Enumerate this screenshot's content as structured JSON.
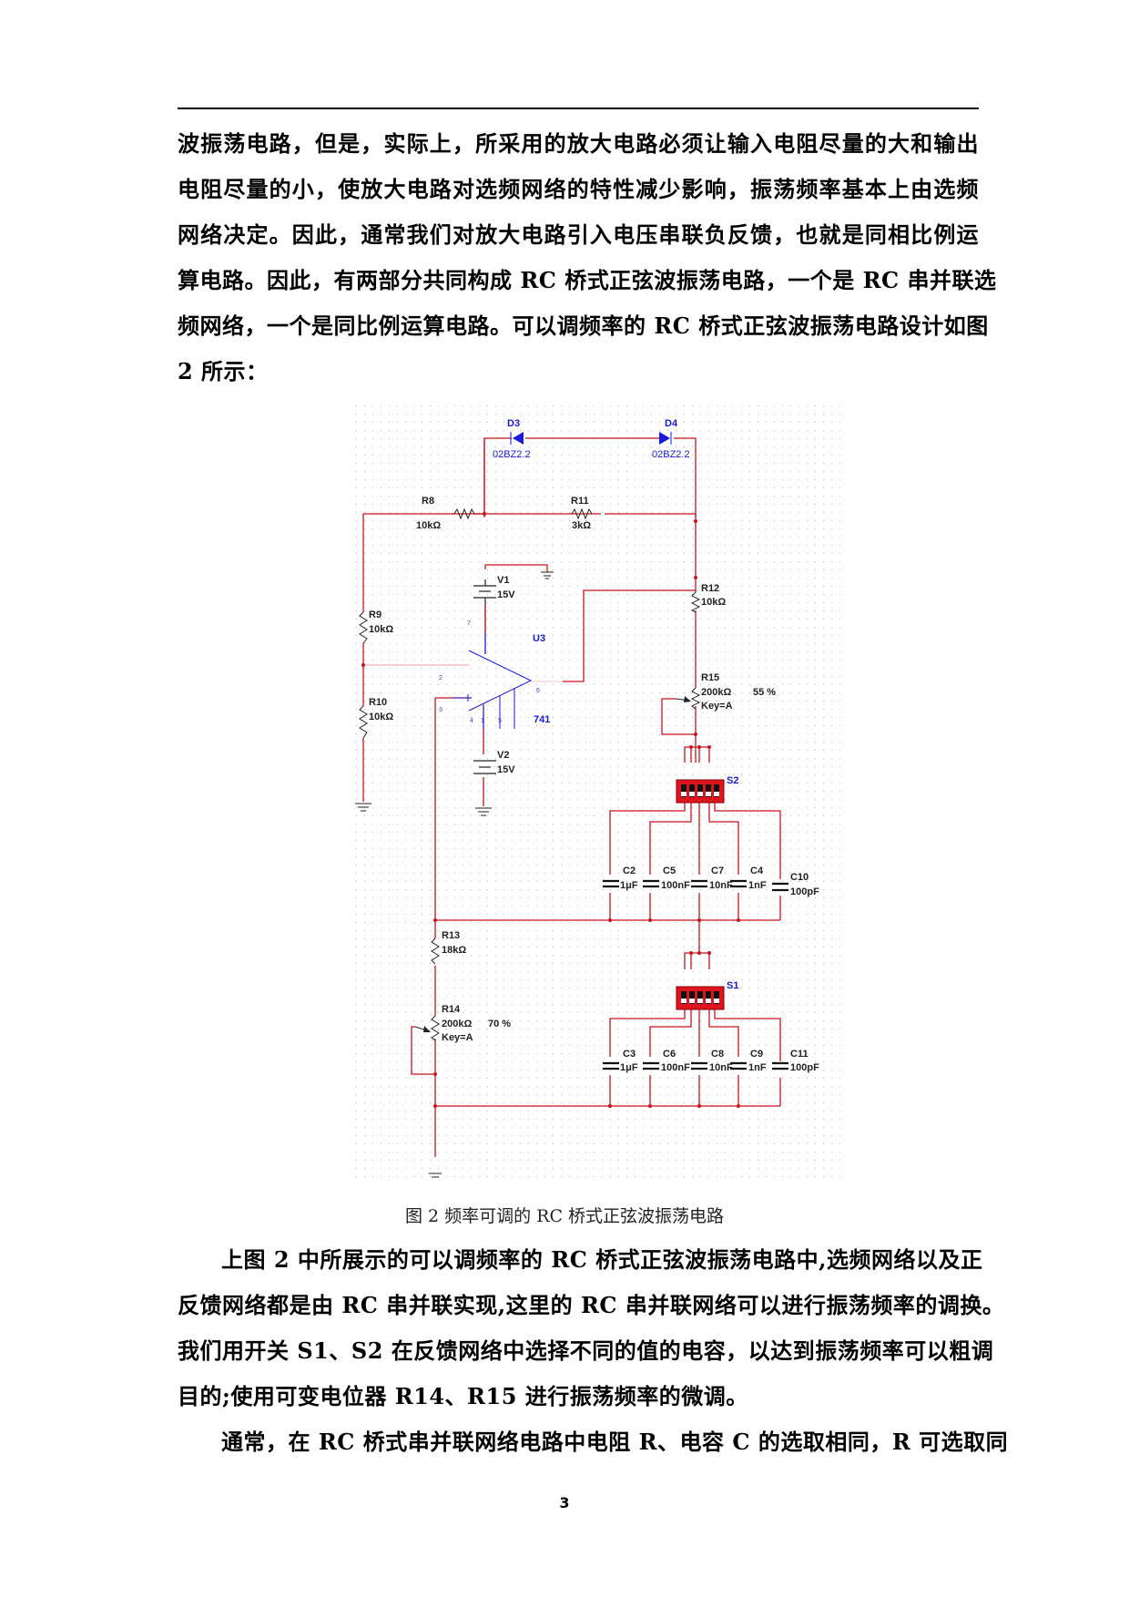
{
  "paragraph1": {
    "lines": [
      "波振荡电路，但是，实际上，所采用的放大电路必须让输入电阻尽量的大和输出",
      "电阻尽量的小，使放大电路对选频网络的特性减少影响，振荡频率基本上由选频",
      "网络决定。因此，通常我们对放大电路引入电压串联负反馈，也就是同相比例运",
      "算电路。因此，有两部分共同构成 RC 桥式正弦波振荡电路，一个是 RC 串并联选",
      "频网络，一个是同比例运算电路。可以调频率的 RC 桥式正弦波振荡电路设计如图",
      "2 所示："
    ]
  },
  "figure": {
    "caption": "图 2 频率可调的 RC  桥式正弦波振荡电路",
    "components": {
      "D3": {
        "ref": "D3",
        "value": "02BZ2.2"
      },
      "D4": {
        "ref": "D4",
        "value": "02BZ2.2"
      },
      "R8": {
        "ref": "R8",
        "value": "10kΩ"
      },
      "R11": {
        "ref": "R11",
        "value": "3kΩ"
      },
      "V1": {
        "ref": "V1",
        "value": "15V"
      },
      "V2": {
        "ref": "V2",
        "value": "15V"
      },
      "R9": {
        "ref": "R9",
        "value": "10kΩ"
      },
      "R10": {
        "ref": "R10",
        "value": "10kΩ"
      },
      "U3": {
        "ref": "U3",
        "model": "741"
      },
      "R12": {
        "ref": "R12",
        "value": "10kΩ"
      },
      "R15": {
        "ref": "R15",
        "value": "200kΩ",
        "percent": "55 %",
        "key": "Key=A"
      },
      "S2": {
        "ref": "S2"
      },
      "C2": {
        "ref": "C2",
        "value": "1μF"
      },
      "C5": {
        "ref": "C5",
        "value": "100nF"
      },
      "C7": {
        "ref": "C7",
        "value": "10nF"
      },
      "C4": {
        "ref": "C4",
        "value": "1nF"
      },
      "C10": {
        "ref": "C10",
        "value": "100pF"
      },
      "R13": {
        "ref": "R13",
        "value": "18kΩ"
      },
      "R14": {
        "ref": "R14",
        "value": "200kΩ",
        "percent": "70 %",
        "key": "Key=A"
      },
      "S1": {
        "ref": "S1"
      },
      "C3": {
        "ref": "C3",
        "value": "1μF"
      },
      "C6": {
        "ref": "C6",
        "value": "100nF"
      },
      "C8": {
        "ref": "C8",
        "value": "10nF"
      },
      "C9": {
        "ref": "C9",
        "value": "1nF"
      },
      "C11": {
        "ref": "C11",
        "value": "100pF"
      }
    },
    "opamp_pins": {
      "p7": "7",
      "p2": "2",
      "p3": "3",
      "p4": "4",
      "p6": "6",
      "p1": "1",
      "p5": "5"
    },
    "colors": {
      "wire": "#c8141e",
      "component": "#1a1adc",
      "switch": "#e0141e",
      "grid": "#b4b4b4"
    }
  },
  "paragraph2": {
    "lines": [
      "上图 2 中所展示的可以调频率的 RC 桥式正弦波振荡电路中,选频网络以及正",
      "反馈网络都是由 RC 串并联实现,这里的 RC 串并联网络可以进行振荡频率的调换。",
      "我们用开关 S1、S2 在反馈网络中选择不同的值的电容，以达到振荡频率可以粗调",
      "目的;使用可变电位器 R14、R15 进行振荡频率的微调。",
      "通常，在 RC 桥式串并联网络电路中电阻 R、电容 C 的选取相同，R 可选取同"
    ]
  },
  "footer": {
    "page_number": "3"
  }
}
